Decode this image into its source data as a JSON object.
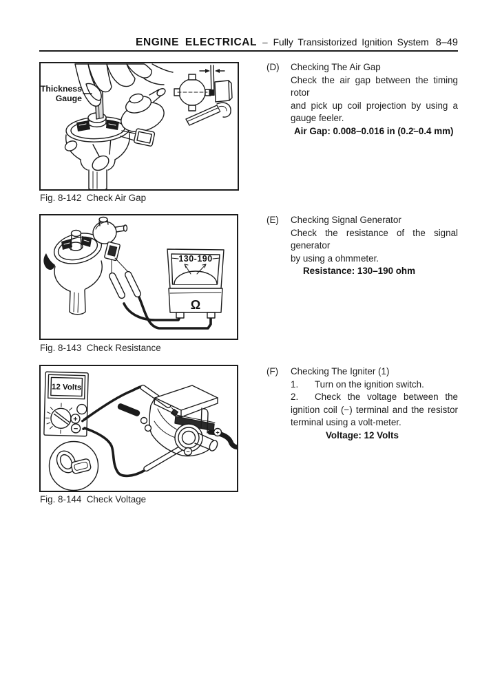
{
  "header": {
    "title": "ENGINE ELECTRICAL",
    "dash": "–",
    "subtitle": "Fully Transistorized Ignition System",
    "page_number": "8–49"
  },
  "figures": [
    {
      "caption": "Fig. 8-142  Check Air Gap",
      "labels": {
        "line1": "Thickness",
        "line2": "Gauge"
      }
    },
    {
      "caption": "Fig. 8-143  Check Resistance",
      "labels": {
        "reading": "130-190",
        "unit": "Ω"
      }
    },
    {
      "caption": "Fig. 8-144  Check Voltage",
      "labels": {
        "reading": "12 Volts",
        "plus": "+",
        "minus": "−",
        "coil_plus": "+",
        "coil_minus": "−"
      }
    }
  ],
  "sections": [
    {
      "label": "(D)",
      "title": "Checking The Air Gap",
      "body_lines": [
        "Check the air gap between the timing rotor",
        "and pick up coil projection by using a",
        "gauge feeler."
      ],
      "spec": "Air Gap: 0.008–0.016 in (0.2–0.4 mm)"
    },
    {
      "label": "(E)",
      "title": "Checking Signal Generator",
      "body_lines": [
        "Check the resistance of the signal generator",
        "by using a ohmmeter."
      ],
      "spec": "Resistance: 130–190 ohm"
    },
    {
      "label": "(F)",
      "title": "Checking The Igniter (1)",
      "steps": [
        {
          "num": "1.",
          "lines": [
            "Turn on the ignition switch."
          ]
        },
        {
          "num": "2.",
          "lines": [
            "Check the voltage between the",
            "ignition coil (−) terminal and the resistor",
            "terminal using a volt-meter."
          ]
        }
      ],
      "spec": "Voltage: 12 Volts"
    }
  ]
}
